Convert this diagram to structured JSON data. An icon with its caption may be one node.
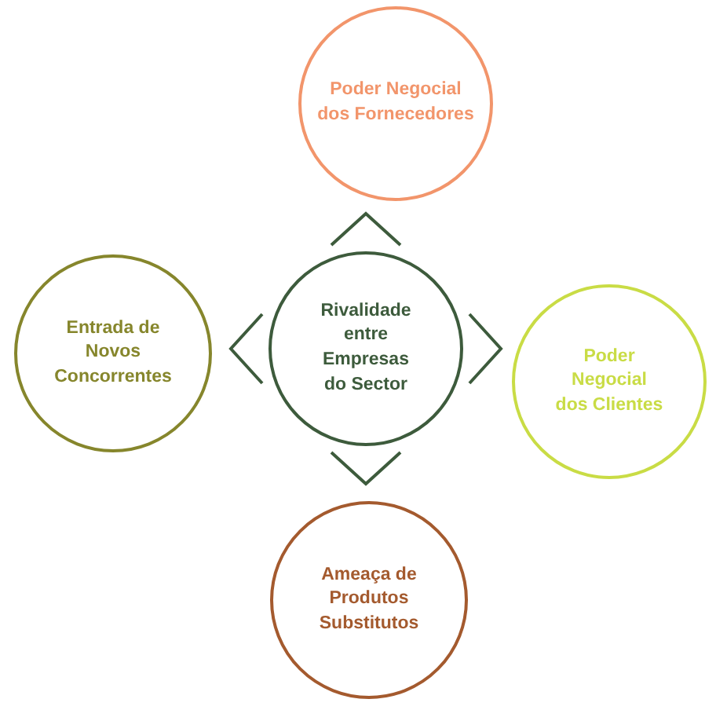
{
  "diagram": {
    "nodes": [
      {
        "text": [
          "Rivalidade entre Empresas do Sector"
        ]
      },
      {
        "text": [
          "Poder Negocial dos Fornecedores"
        ]
      },
      {
        "text": [
          "Entrada de Novos Concorrentes"
        ]
      },
      {
        "text": [
          "Poder Negocial dos Clientes"
        ]
      },
      {
        "text": [
          "Ameaça de Produtos Substitutos"
        ]
      }
    ],
    "edges": [
      {
        "from": 0,
        "to": 1,
        "arrow": "to"
      },
      {
        "from": 0,
        "to": 2,
        "arrow": "to"
      },
      {
        "from": 0,
        "to": 3,
        "arrow": "to"
      },
      {
        "from": 0,
        "to": 4,
        "arrow": "to"
      }
    ]
  }
}
